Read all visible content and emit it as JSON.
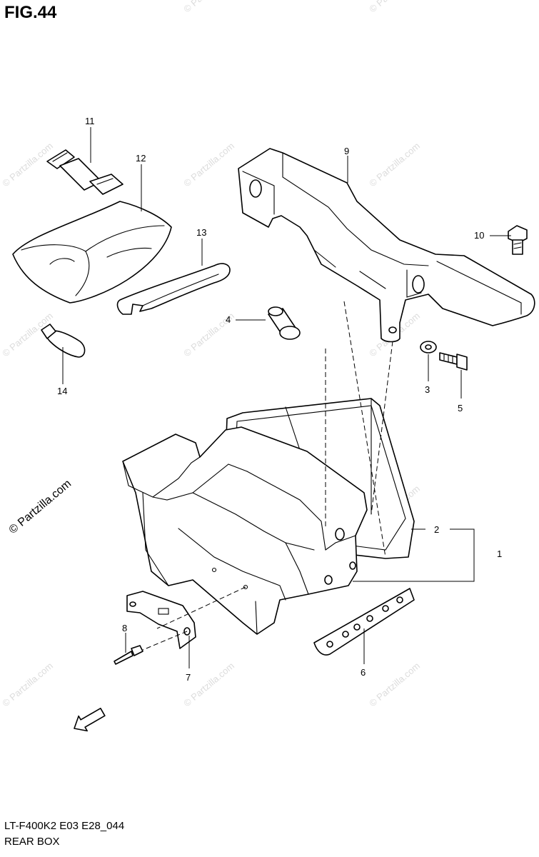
{
  "figure": {
    "title": "FIG.44",
    "code": "LT-F400K2 E03 E28_044",
    "name": "REAR BOX"
  },
  "watermark": {
    "text": "© Partzilla.com"
  },
  "direction_arrow": {
    "label": "FWD"
  },
  "callouts": [
    "1",
    "2",
    "3",
    "4",
    "5",
    "6",
    "7",
    "8",
    "9",
    "10",
    "11",
    "12",
    "13",
    "14"
  ]
}
